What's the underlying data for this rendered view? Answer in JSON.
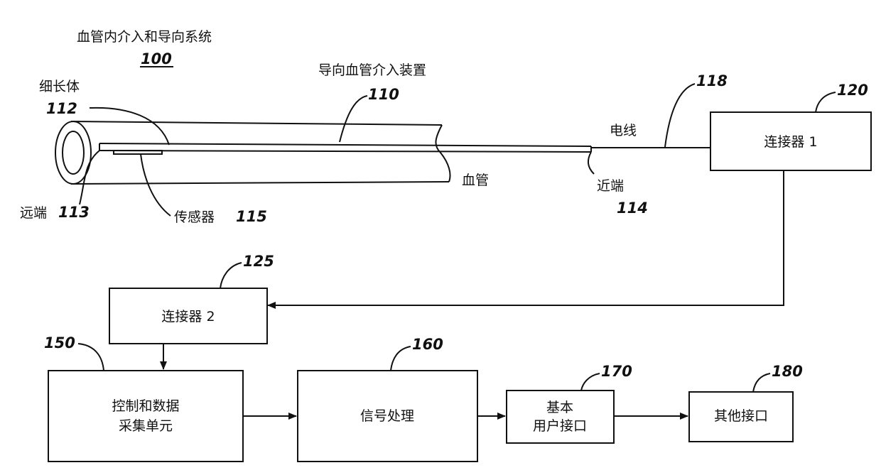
{
  "system": {
    "title": "血管内介入和导向系统",
    "ref": "100"
  },
  "device": {
    "title": "导向血管介入装置",
    "ref": "110"
  },
  "elongate_body": {
    "label": "细长体",
    "ref": "112"
  },
  "distal_end": {
    "label": "远端",
    "ref": "113"
  },
  "sensor": {
    "label": "传感器",
    "ref": "115"
  },
  "vessel": {
    "label": "血管"
  },
  "proximal_end": {
    "label": "近端",
    "ref": "114"
  },
  "wire": {
    "label": "电线",
    "ref": "118"
  },
  "connector1": {
    "label": "连接器 1",
    "ref": "120"
  },
  "connector2": {
    "label": "连接器 2",
    "ref": "125"
  },
  "control_unit": {
    "line1": "控制和数据",
    "line2": "采集单元",
    "ref": "150"
  },
  "signal_processing": {
    "label": "信号处理",
    "ref": "160"
  },
  "basic_ui": {
    "line1": "基本",
    "line2": "用户接口",
    "ref": "170"
  },
  "other_interfaces": {
    "label": "其他接口",
    "ref": "180"
  }
}
